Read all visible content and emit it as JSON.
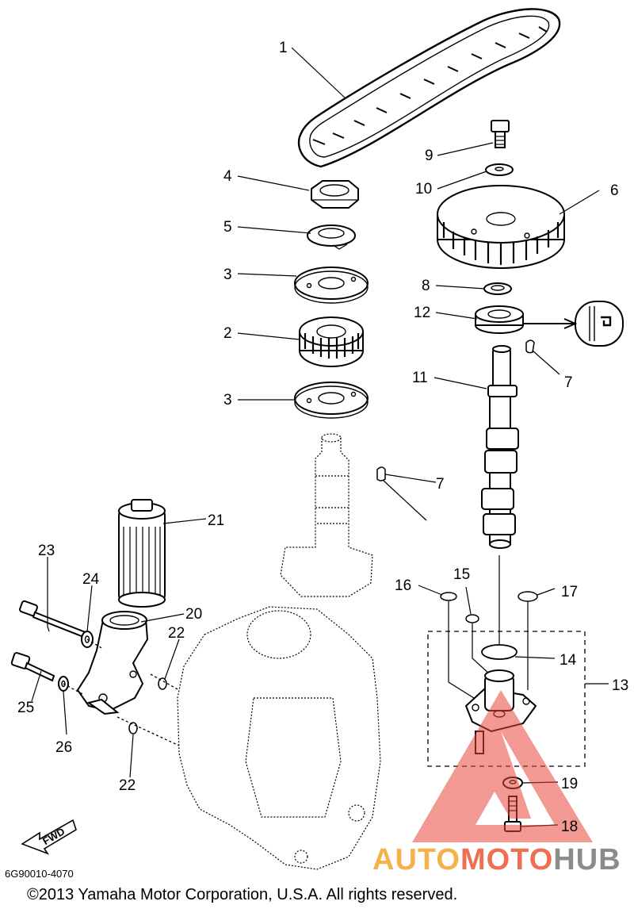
{
  "diagram": {
    "callouts": {
      "p1": "1",
      "p2": "2",
      "p3a": "3",
      "p3b": "3",
      "p4": "4",
      "p5": "5",
      "p6": "6",
      "p7a": "7",
      "p7b": "7",
      "p8": "8",
      "p9": "9",
      "p10": "10",
      "p11": "11",
      "p12": "12",
      "p13": "13",
      "p14": "14",
      "p15": "15",
      "p16": "16",
      "p17": "17",
      "p18": "18",
      "p19": "19",
      "p20": "20",
      "p21": "21",
      "p22a": "22",
      "p22b": "22",
      "p23": "23",
      "p24": "24",
      "p25": "25",
      "p26": "26"
    },
    "fwd_label": "FWD",
    "diagram_code": "6G90010-4070",
    "copyright": "©2013 Yamaha Motor Corporation, U.S.A. All rights reserved."
  },
  "watermark": {
    "text_auto": "AUTO",
    "text_moto": "MOTO",
    "text_hub": "HUB",
    "colors": {
      "auto": "#f6b24a",
      "moto": "#ef6f55",
      "hub": "#8b8b8b",
      "triangle": "#e8453c"
    }
  }
}
